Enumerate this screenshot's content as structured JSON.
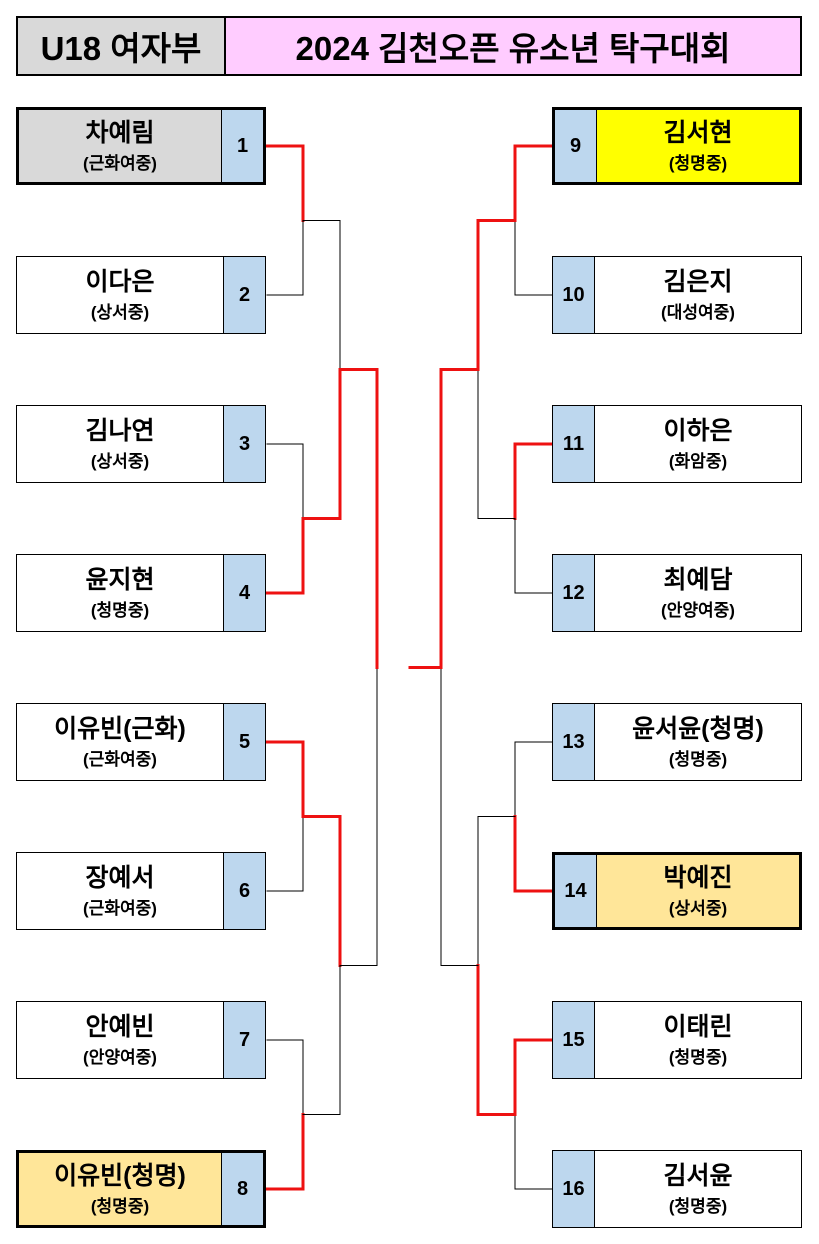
{
  "header": {
    "division": "U18 여자부",
    "title": "2024 김천오픈 유소년 탁구대회"
  },
  "colors": {
    "win_line": "#ee1111",
    "line": "#000000",
    "seed_bg": "#bdd7ee",
    "gray_bg": "#d9d9d9",
    "yellow_bg": "#ffff00",
    "orange_bg": "#ffe699",
    "white_bg": "#ffffff"
  },
  "left": [
    {
      "seed": "1",
      "name": "차예림",
      "school": "(근화여중)",
      "bg": "gray",
      "bold": true
    },
    {
      "seed": "2",
      "name": "이다은",
      "school": "(상서중)",
      "bg": "white",
      "bold": false
    },
    {
      "seed": "3",
      "name": "김나연",
      "school": "(상서중)",
      "bg": "white",
      "bold": false
    },
    {
      "seed": "4",
      "name": "윤지현",
      "school": "(청명중)",
      "bg": "white",
      "bold": false
    },
    {
      "seed": "5",
      "name": "이유빈(근화)",
      "school": "(근화여중)",
      "bg": "white",
      "bold": false
    },
    {
      "seed": "6",
      "name": "장예서",
      "school": "(근화여중)",
      "bg": "white",
      "bold": false
    },
    {
      "seed": "7",
      "name": "안예빈",
      "school": "(안양여중)",
      "bg": "white",
      "bold": false
    },
    {
      "seed": "8",
      "name": "이유빈(청명)",
      "school": "(청명중)",
      "bg": "orange",
      "bold": true
    }
  ],
  "right": [
    {
      "seed": "9",
      "name": "김서현",
      "school": "(청명중)",
      "bg": "yellow",
      "bold": true
    },
    {
      "seed": "10",
      "name": "김은지",
      "school": "(대성여중)",
      "bg": "white",
      "bold": false
    },
    {
      "seed": "11",
      "name": "이하은",
      "school": "(화암중)",
      "bg": "white",
      "bold": false
    },
    {
      "seed": "12",
      "name": "최예담",
      "school": "(안양여중)",
      "bg": "white",
      "bold": false
    },
    {
      "seed": "13",
      "name": "윤서윤(청명)",
      "school": "(청명중)",
      "bg": "white",
      "bold": false
    },
    {
      "seed": "14",
      "name": "박예진",
      "school": "(상서중)",
      "bg": "orange",
      "bold": true
    },
    {
      "seed": "15",
      "name": "이태린",
      "school": "(청명중)",
      "bg": "white",
      "bold": false
    },
    {
      "seed": "16",
      "name": "김서윤",
      "school": "(청명중)",
      "bg": "white",
      "bold": false
    }
  ],
  "winners": {
    "left": {
      "r1": [
        "top",
        "bottom",
        "top",
        "bottom"
      ],
      "r2": [
        "bottom",
        "top"
      ],
      "r3": "top"
    },
    "right": {
      "r1": [
        "top",
        "top",
        "bottom",
        "top"
      ],
      "r2": [
        "top",
        "bottom"
      ],
      "r3": "top"
    }
  }
}
